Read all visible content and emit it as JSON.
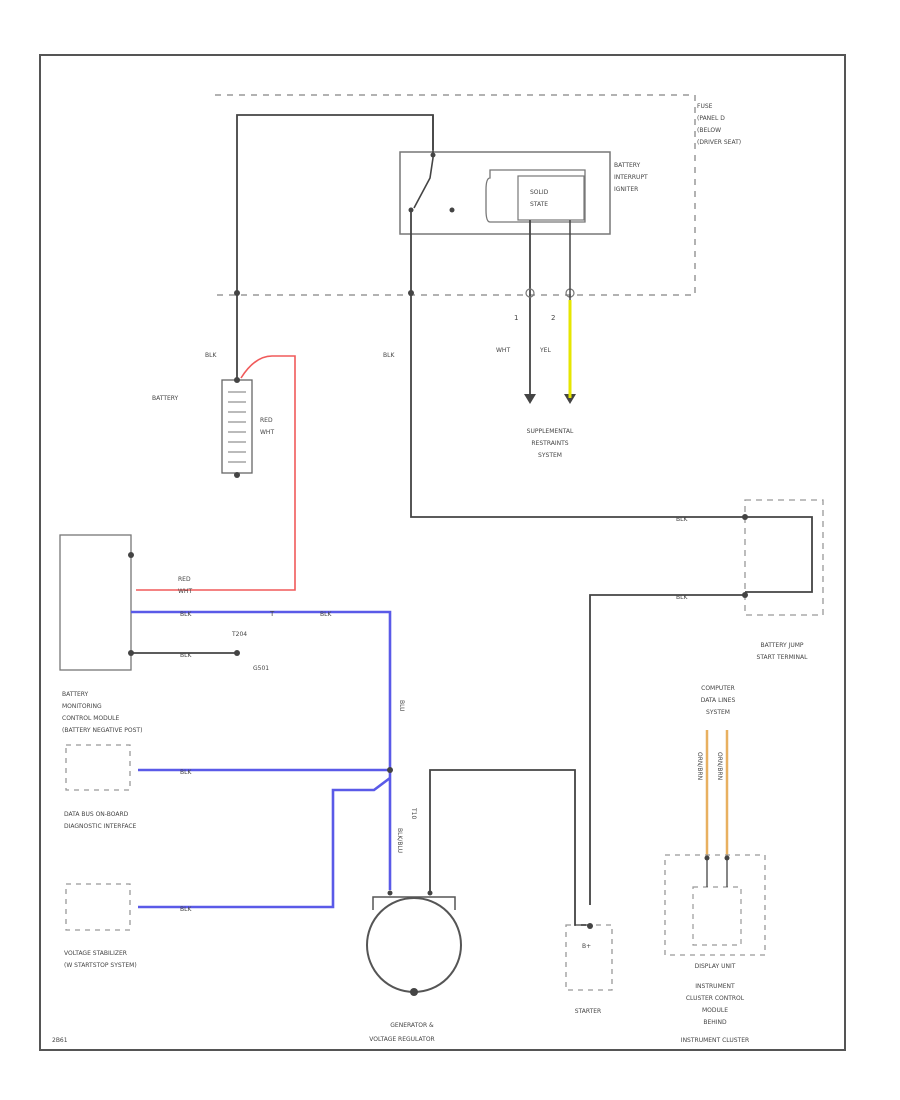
{
  "diagram": {
    "fuse_panel": [
      "FUSE",
      "(PANEL D",
      "(BELOW",
      "(DRIVER SEAT)"
    ],
    "battery_interrupt_igniter": [
      "BATTERY",
      "INTERRUPT",
      "IGNITER"
    ],
    "solid_state": [
      "SOLID",
      "STATE"
    ],
    "pin1": "1",
    "pin2": "2",
    "wire_wht": "WHT",
    "wire_yel": "YEL",
    "wire_blk_left": "BLK",
    "wire_blk_mid": "BLK",
    "battery_label": "BATTERY",
    "red_wht_vertical": [
      "RED",
      "WHT"
    ],
    "srs": [
      "SUPPLEMENTAL",
      "RESTRAINTS",
      "SYSTEM"
    ],
    "blk_labels": [
      "BLK",
      "BLK",
      "BLK",
      "BLK",
      "BLK",
      "BLK",
      "BLK"
    ],
    "red_wht_bcm": [
      "RED",
      "WHT"
    ],
    "splice_t": "T",
    "ground_top": "T204",
    "ground_code": "G501",
    "bmcm": [
      "BATTERY",
      "MONITORING",
      "CONTROL MODULE",
      "(BATTERY NEGATIVE POST)"
    ],
    "jump_start": [
      "BATTERY JUMP",
      "START TERMINAL"
    ],
    "computer_data_lines": [
      "COMPUTER",
      "DATA LINES",
      "SYSTEM"
    ],
    "orange_wires": [
      "ORN/BRN",
      "ORN/BRN"
    ],
    "blue_vertical": "BLU",
    "blk_blu": "BLK/BLU",
    "t10": "T10",
    "data_bus": [
      "DATA BUS ON-BOARD",
      "DIAGNOSTIC INTERFACE"
    ],
    "voltage_stabilizer": [
      "VOLTAGE STABILIZER",
      "(W STARTSTOP SYSTEM)"
    ],
    "generator": [
      "GENERATOR &",
      "VOLTAGE REGULATOR"
    ],
    "starter": "STARTER",
    "starter_b": "B+",
    "display_unit": [
      "DISPLAY UNIT",
      "INSTRUMENT",
      "CLUSTER CONTROL",
      "MODULE",
      "BEHIND",
      "INSTRUMENT CLUSTER"
    ],
    "diagram_code": "2B61",
    "colors": {
      "blk_wire": "#444444",
      "blue_wire": "#5a5ae8",
      "red_wire": "#f05a5a",
      "yel_wire": "#e6e600",
      "orn_wire": "#e8b060",
      "dash": "#999999"
    }
  }
}
